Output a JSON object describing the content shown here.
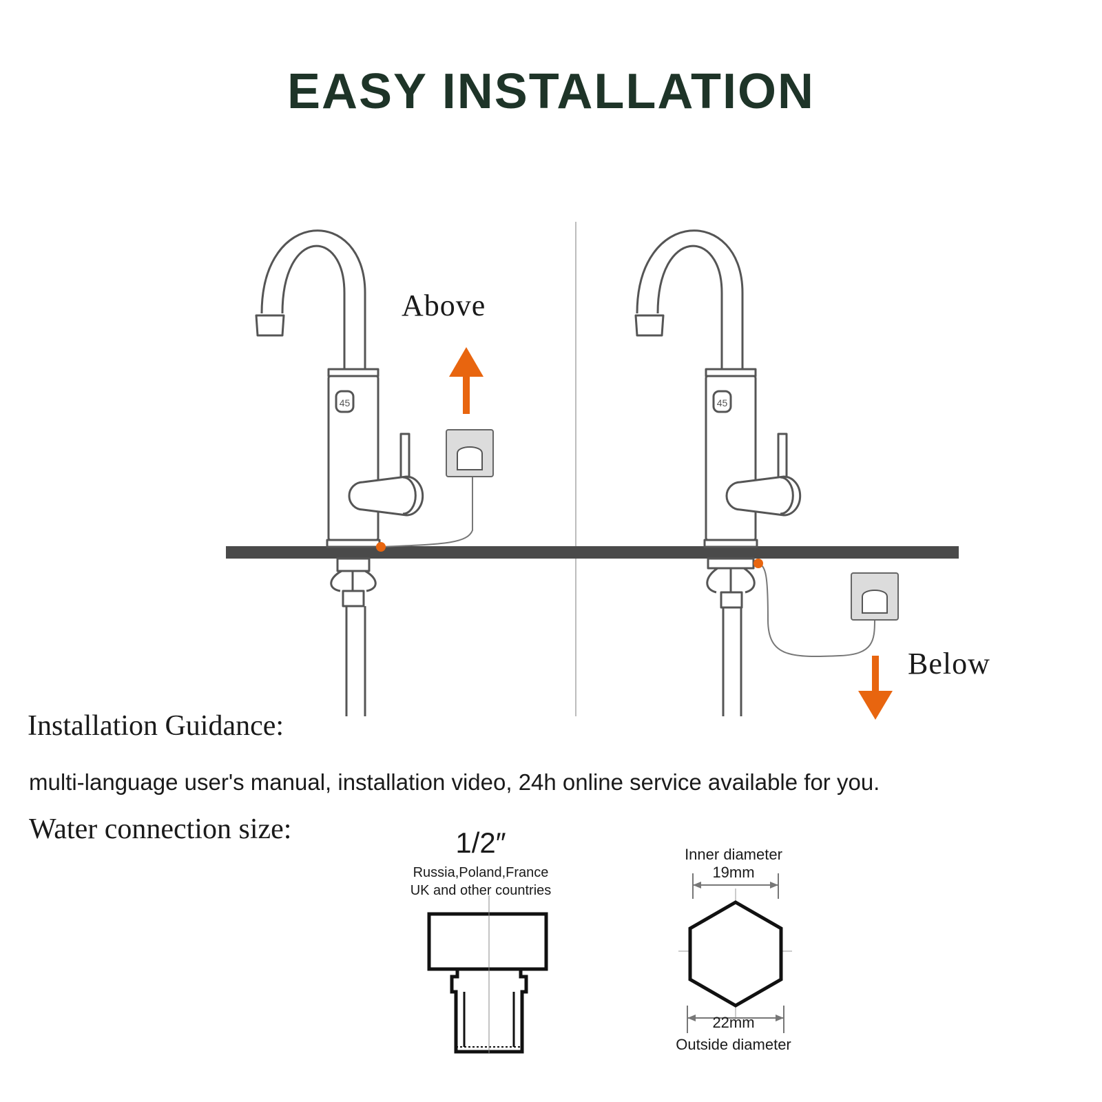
{
  "title": "EASY INSTALLATION",
  "installation": {
    "above_label": "Above",
    "below_label": "Below",
    "display_value": "45"
  },
  "guidance": {
    "heading": "Installation Guidance:",
    "text": "multi-language user's manual, installation video, 24h online service available for you."
  },
  "water_connection": {
    "heading": "Water connection size:",
    "fitting_size": "1/2″",
    "countries_line1": "Russia,Poland,France",
    "countries_line2": "UK and other countries",
    "inner_label": "Inner diameter",
    "inner_value": "19mm",
    "outer_value": "22mm",
    "outer_label": "Outside diameter"
  },
  "colors": {
    "title": "#1e3428",
    "arrow": "#e8650f",
    "counter": "#4a4a4a",
    "line": "#555555"
  }
}
